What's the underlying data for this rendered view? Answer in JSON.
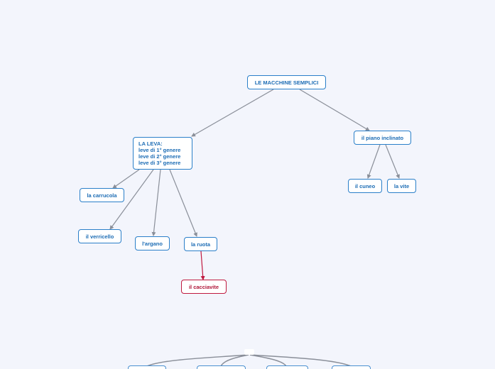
{
  "root": {
    "label": "LE MACCHINE SEMPLICI"
  },
  "lever": {
    "label": "LA LEVA:\nleve di 1° genere\nleve di 2° genere\nleve di 3° genere"
  },
  "inclined_plane": {
    "label": "il piano inclinato"
  },
  "lever_children": [
    {
      "id": "carrucola",
      "label": "la carrucola"
    },
    {
      "id": "verricello",
      "label": "il verricello"
    },
    {
      "id": "argano",
      "label": "l'argano"
    },
    {
      "id": "ruota",
      "label": "la ruota"
    }
  ],
  "plane_children": [
    {
      "id": "cuneo",
      "label": "il cuneo"
    },
    {
      "id": "vite",
      "label": "la vite"
    }
  ],
  "wheel_child": {
    "label": "il cacciavite",
    "color": "#c0193f"
  },
  "colors": {
    "background": "#f3f5fc",
    "node_border": "#2a7fc9",
    "node_text": "#1d6db5",
    "connector": "#8a8f99",
    "accent": "#c0193f"
  }
}
